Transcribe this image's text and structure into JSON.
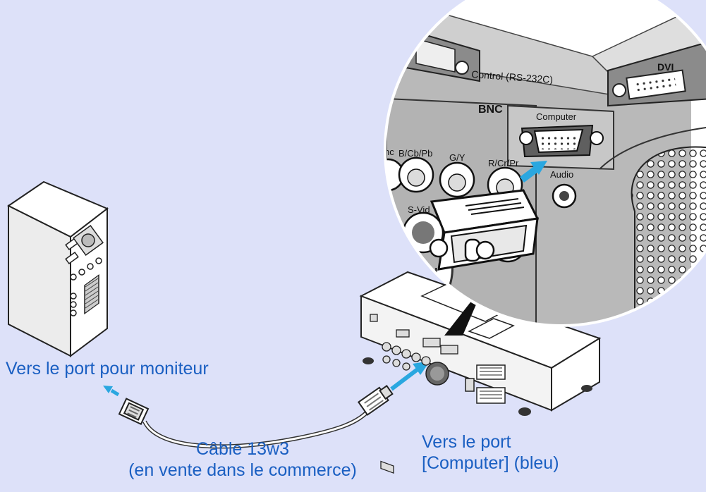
{
  "captions": {
    "monitor_port": "Vers le port pour moniteur",
    "cable_line1": "Câble 13w3",
    "cable_line2": "(en vente dans le commerce)",
    "computer_port_line1": "Vers le port",
    "computer_port_line2": "[Computer] (bleu)"
  },
  "panel_labels": {
    "control": "Control (RS-232C)",
    "dvi": "DVI",
    "bnc": "BNC",
    "computer": "Computer",
    "bnc_sync": "nc",
    "bnc_b": "B/Cb/Pb",
    "bnc_g": "G/Y",
    "bnc_r": "R/Cr/Pr",
    "audio": "Audio",
    "svideo": "S-Vid"
  },
  "colors": {
    "background": "#dde1f9",
    "caption_text": "#1a5fc2",
    "arrow": "#2aa7e0"
  }
}
